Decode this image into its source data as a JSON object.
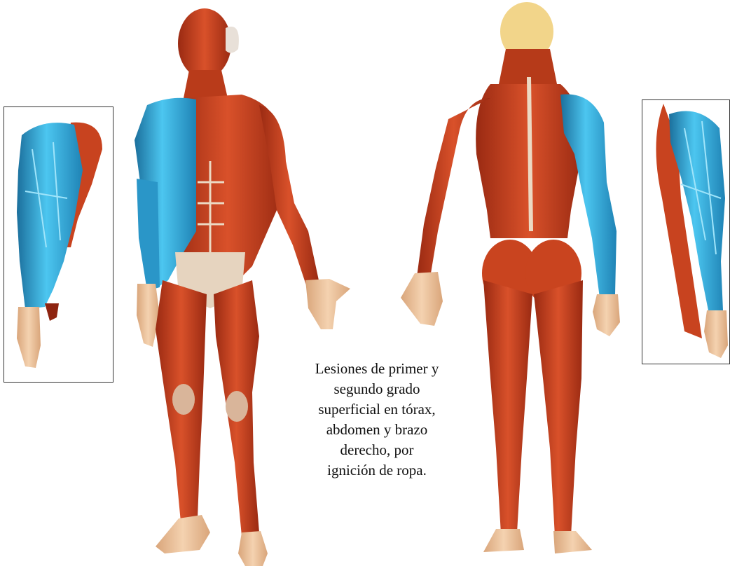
{
  "caption": {
    "lines": [
      "Lesiones de primer y",
      "segundo grado",
      "superficial en tórax,",
      "abdomen y brazo",
      "derecho, por",
      "ignición de ropa."
    ]
  },
  "colors": {
    "muscle": "#c8431f",
    "muscle_dark": "#8e2410",
    "muscle_light": "#e26a3c",
    "tendon": "#e9d8c4",
    "burn_highlight": "#3bb7e8",
    "burn_dark": "#1b6f9c",
    "skin": "#f0c9a0",
    "scalp": "#f2d58a",
    "outline": "#333333"
  },
  "figures": {
    "front_view": "anterior-muscle-figure",
    "back_view": "posterior-muscle-figure",
    "left_inset": "right-arm-lateral-detail",
    "right_inset": "right-arm-posterior-detail"
  }
}
